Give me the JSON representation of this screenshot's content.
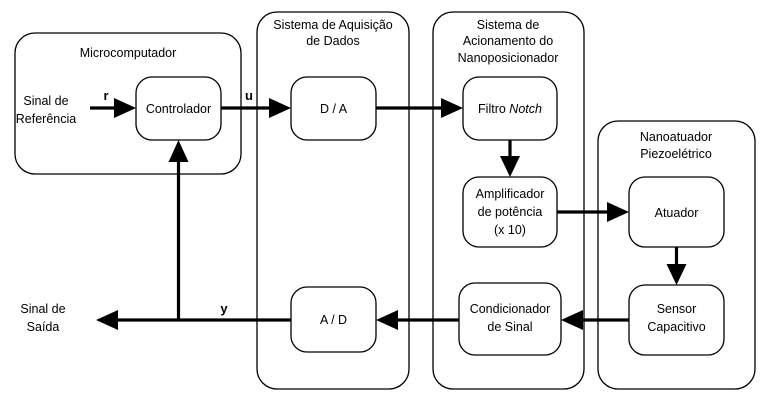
{
  "groups": {
    "microcomputer": "Microcomputador",
    "acquisition": [
      "Sistema de Aquisição",
      "de Dados"
    ],
    "actuation": [
      "Sistema de",
      "Acionamento do",
      "Nanoposicionador"
    ],
    "nanoactuator": [
      "Nanoatuador",
      "Piezoelétrico"
    ]
  },
  "blocks": {
    "controller": "Controlador",
    "da": "D / A",
    "ad": "A / D",
    "notch_prefix": "Filtro ",
    "notch_italic": "Notch",
    "amplifier": [
      "Amplificador",
      "de potência",
      "(x 10)"
    ],
    "actuator": "Atuador",
    "conditioner": [
      "Condicionador",
      "de Sinal"
    ],
    "sensor": [
      "Sensor",
      "Capacitivo"
    ]
  },
  "signals": {
    "reference": [
      "Sinal de",
      "Referência"
    ],
    "output": [
      "Sinal de",
      "Saída"
    ],
    "r": "r",
    "u": "u",
    "y": "y"
  }
}
